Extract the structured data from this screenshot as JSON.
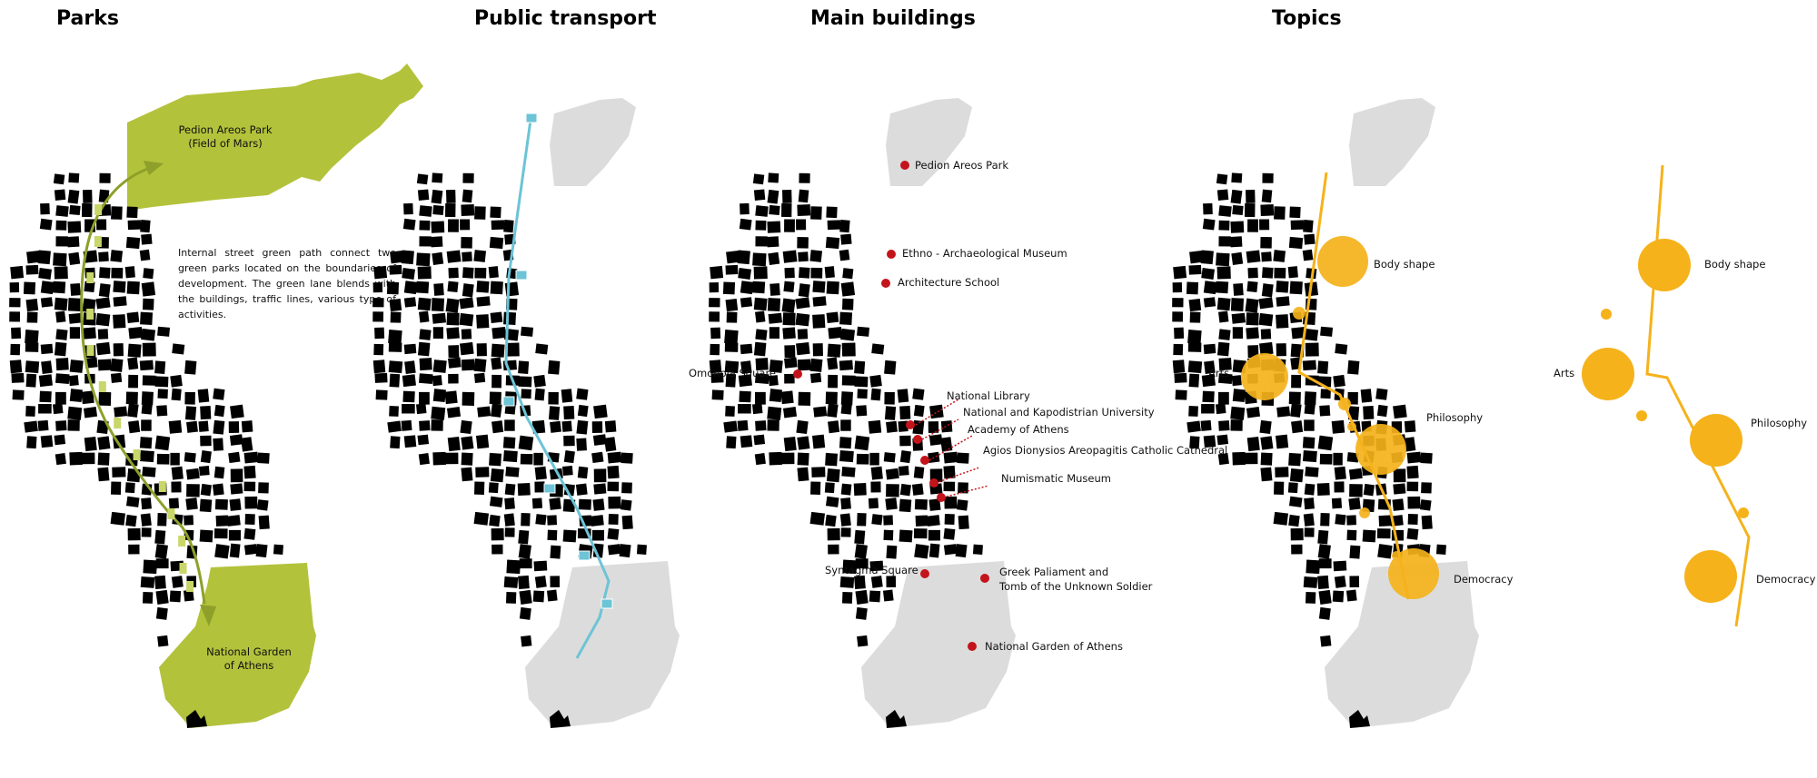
{
  "colors": {
    "park_green": "#b3c23b",
    "transit_blue": "#6cc4d6",
    "landmark_red": "#c4141b",
    "topic_orange": "#f5b21b",
    "context_gray": "#dcdcdc",
    "building_black": "#000000"
  },
  "panels": {
    "parks": {
      "title": "Parks",
      "park_north": "Pedion Areos Park (Field of Mars)",
      "park_north_line1": "Pedion Areos Park",
      "park_north_line2": "(Field of Mars)",
      "park_south_line1": "National Garden",
      "park_south_line2": "of Athens",
      "description": "Internal street green path connect two green parks located on the boundaries of development. The green lane blends with the buildings, traffic lines, various type of activities."
    },
    "transport": {
      "title": "Public transport",
      "stop_icon": "metro-stop-icon"
    },
    "buildings": {
      "title": "Main buildings",
      "landmarks": [
        "Pedion Areos Park",
        "Ethno - Archaeological Museum",
        "Architecture School",
        "Omonoia Square",
        "National Library",
        "National and Kapodistrian University",
        "Academy of Athens",
        "Agios Dionysios Areopagitis Catholic Cathedral",
        "Numismatic Museum",
        "Syntagma Square",
        "Greek Paliament and",
        "Tomb of the Unknown Soldier",
        "National Garden of Athens"
      ]
    },
    "topics": {
      "title": "Topics",
      "topics": [
        "Body shape",
        "Arts",
        "Philosophy",
        "Democracy"
      ]
    }
  }
}
